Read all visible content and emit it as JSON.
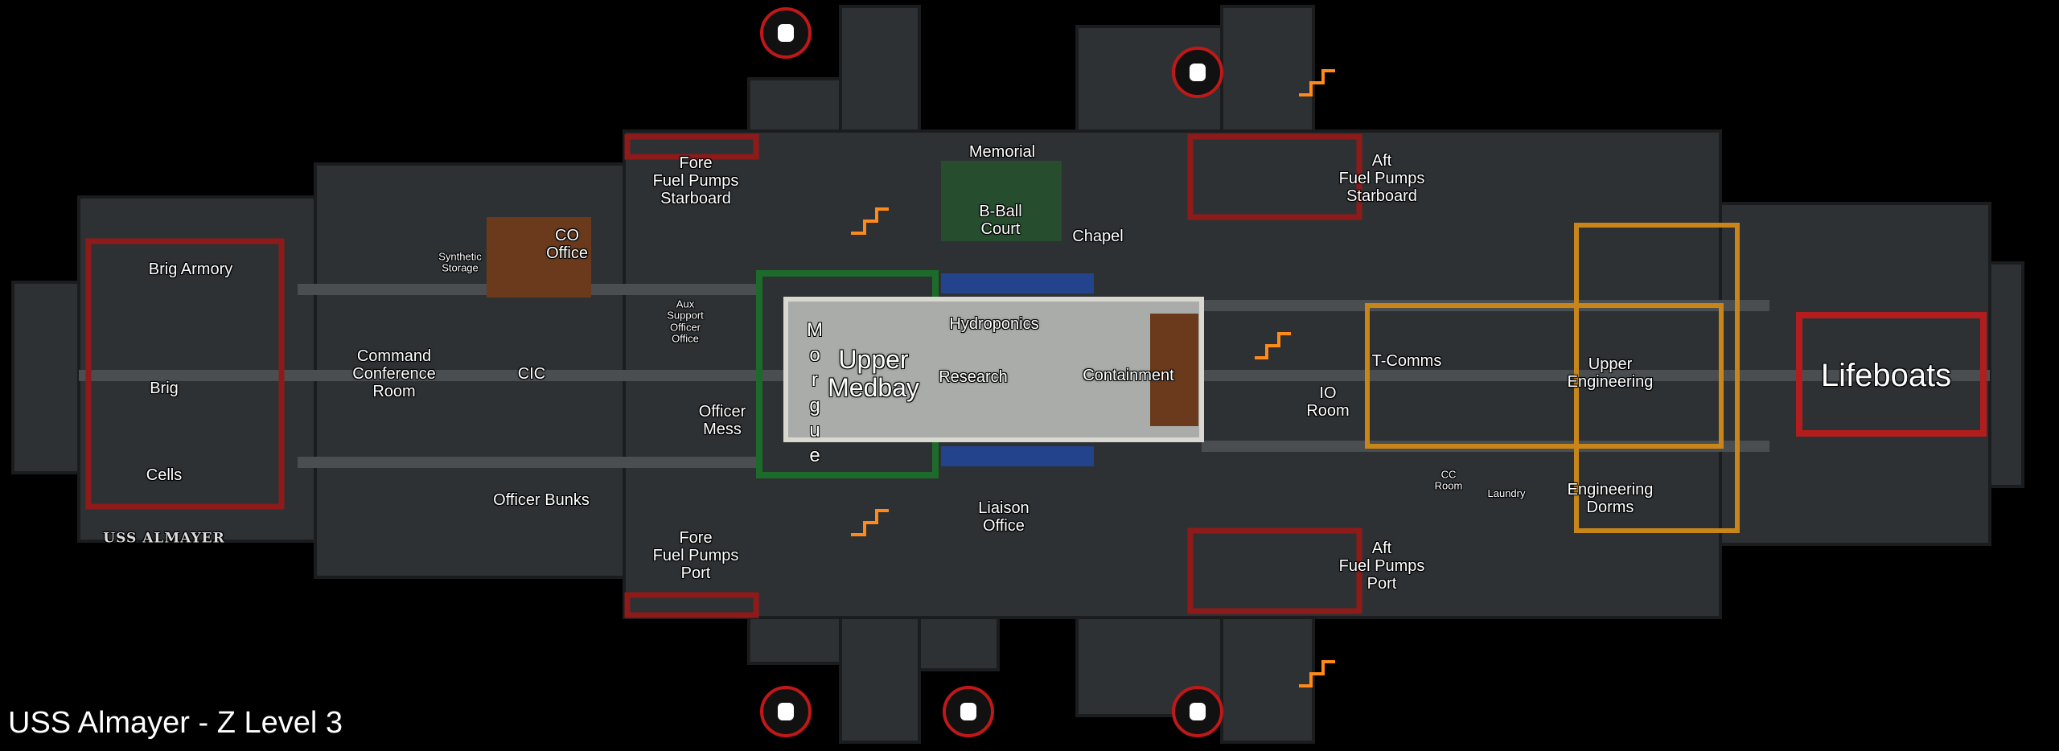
{
  "title": "USS Almayer - Z Level 3",
  "ship_name": "USS ALMAYER",
  "rooms": {
    "brig_armory": "Brig Armory",
    "brig": "Brig",
    "cells": "Cells",
    "command_conference": "Command\nConference\nRoom",
    "synthetic_storage": "Synthetic\nStorage",
    "co_office": "CO\nOffice",
    "cic": "CIC",
    "officer_bunks": "Officer Bunks",
    "aux_support": "Aux\nSupport\nOfficer\nOffice",
    "officer_mess": "Officer\nMess",
    "fore_fuel_starboard": "Fore\nFuel Pumps\nStarboard",
    "fore_fuel_port": "Fore\nFuel Pumps\nPort",
    "morgue": [
      "M",
      "o",
      "r",
      "g",
      "u",
      "e"
    ],
    "upper_medbay": "Upper\nMedbay",
    "memorial": "Memorial",
    "bball_court": "B-Ball\nCourt",
    "chapel": "Chapel",
    "hydroponics": "Hydroponics",
    "research": "Research",
    "containment": "Containment",
    "liaison_office": "Liaison\nOffice",
    "io_room": "IO\nRoom",
    "tcomms": "T-Comms",
    "aft_fuel_starboard": "Aft\nFuel Pumps\nStarboard",
    "aft_fuel_port": "Aft\nFuel Pumps\nPort",
    "upper_engineering": "Upper\nEngineering",
    "lifeboats": "Lifeboats",
    "cc_room": "CC\nRoom",
    "laundry": "Laundry",
    "engineering_dorms": "Engineering\nDorms"
  },
  "colors": {
    "hull": "#2e3133",
    "corridor": "#4a4e50",
    "red": "#8e1a1a",
    "blue": "#23448c",
    "green": "#1d6b2a",
    "orange": "#c8861a",
    "stair": "#ff8a1a"
  }
}
